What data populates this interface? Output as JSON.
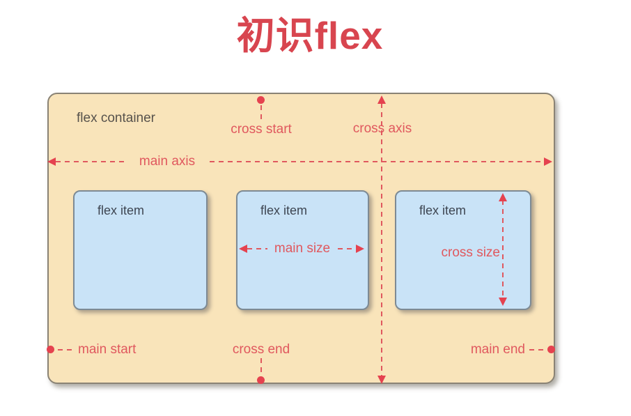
{
  "title": "初识flex",
  "container": {
    "label": "flex container"
  },
  "items": [
    {
      "label": "flex item"
    },
    {
      "label": "flex item"
    },
    {
      "label": "flex item"
    }
  ],
  "annotations": {
    "main_axis": "main axis",
    "cross_axis": "cross axis",
    "cross_start": "cross start",
    "cross_end": "cross end",
    "main_start": "main start",
    "main_end": "main end",
    "main_size": "main size",
    "cross_size": "cross size"
  },
  "colors": {
    "title_red": "#d8454f",
    "annotation_red": "#e0585e",
    "marker_red": "#e5424f",
    "container_fill": "#f9e4ba",
    "item_fill": "#c9e3f7",
    "container_border": "#8a8375",
    "item_border": "#7d8a94",
    "container_text": "#57524c",
    "item_text": "#3d4551"
  }
}
